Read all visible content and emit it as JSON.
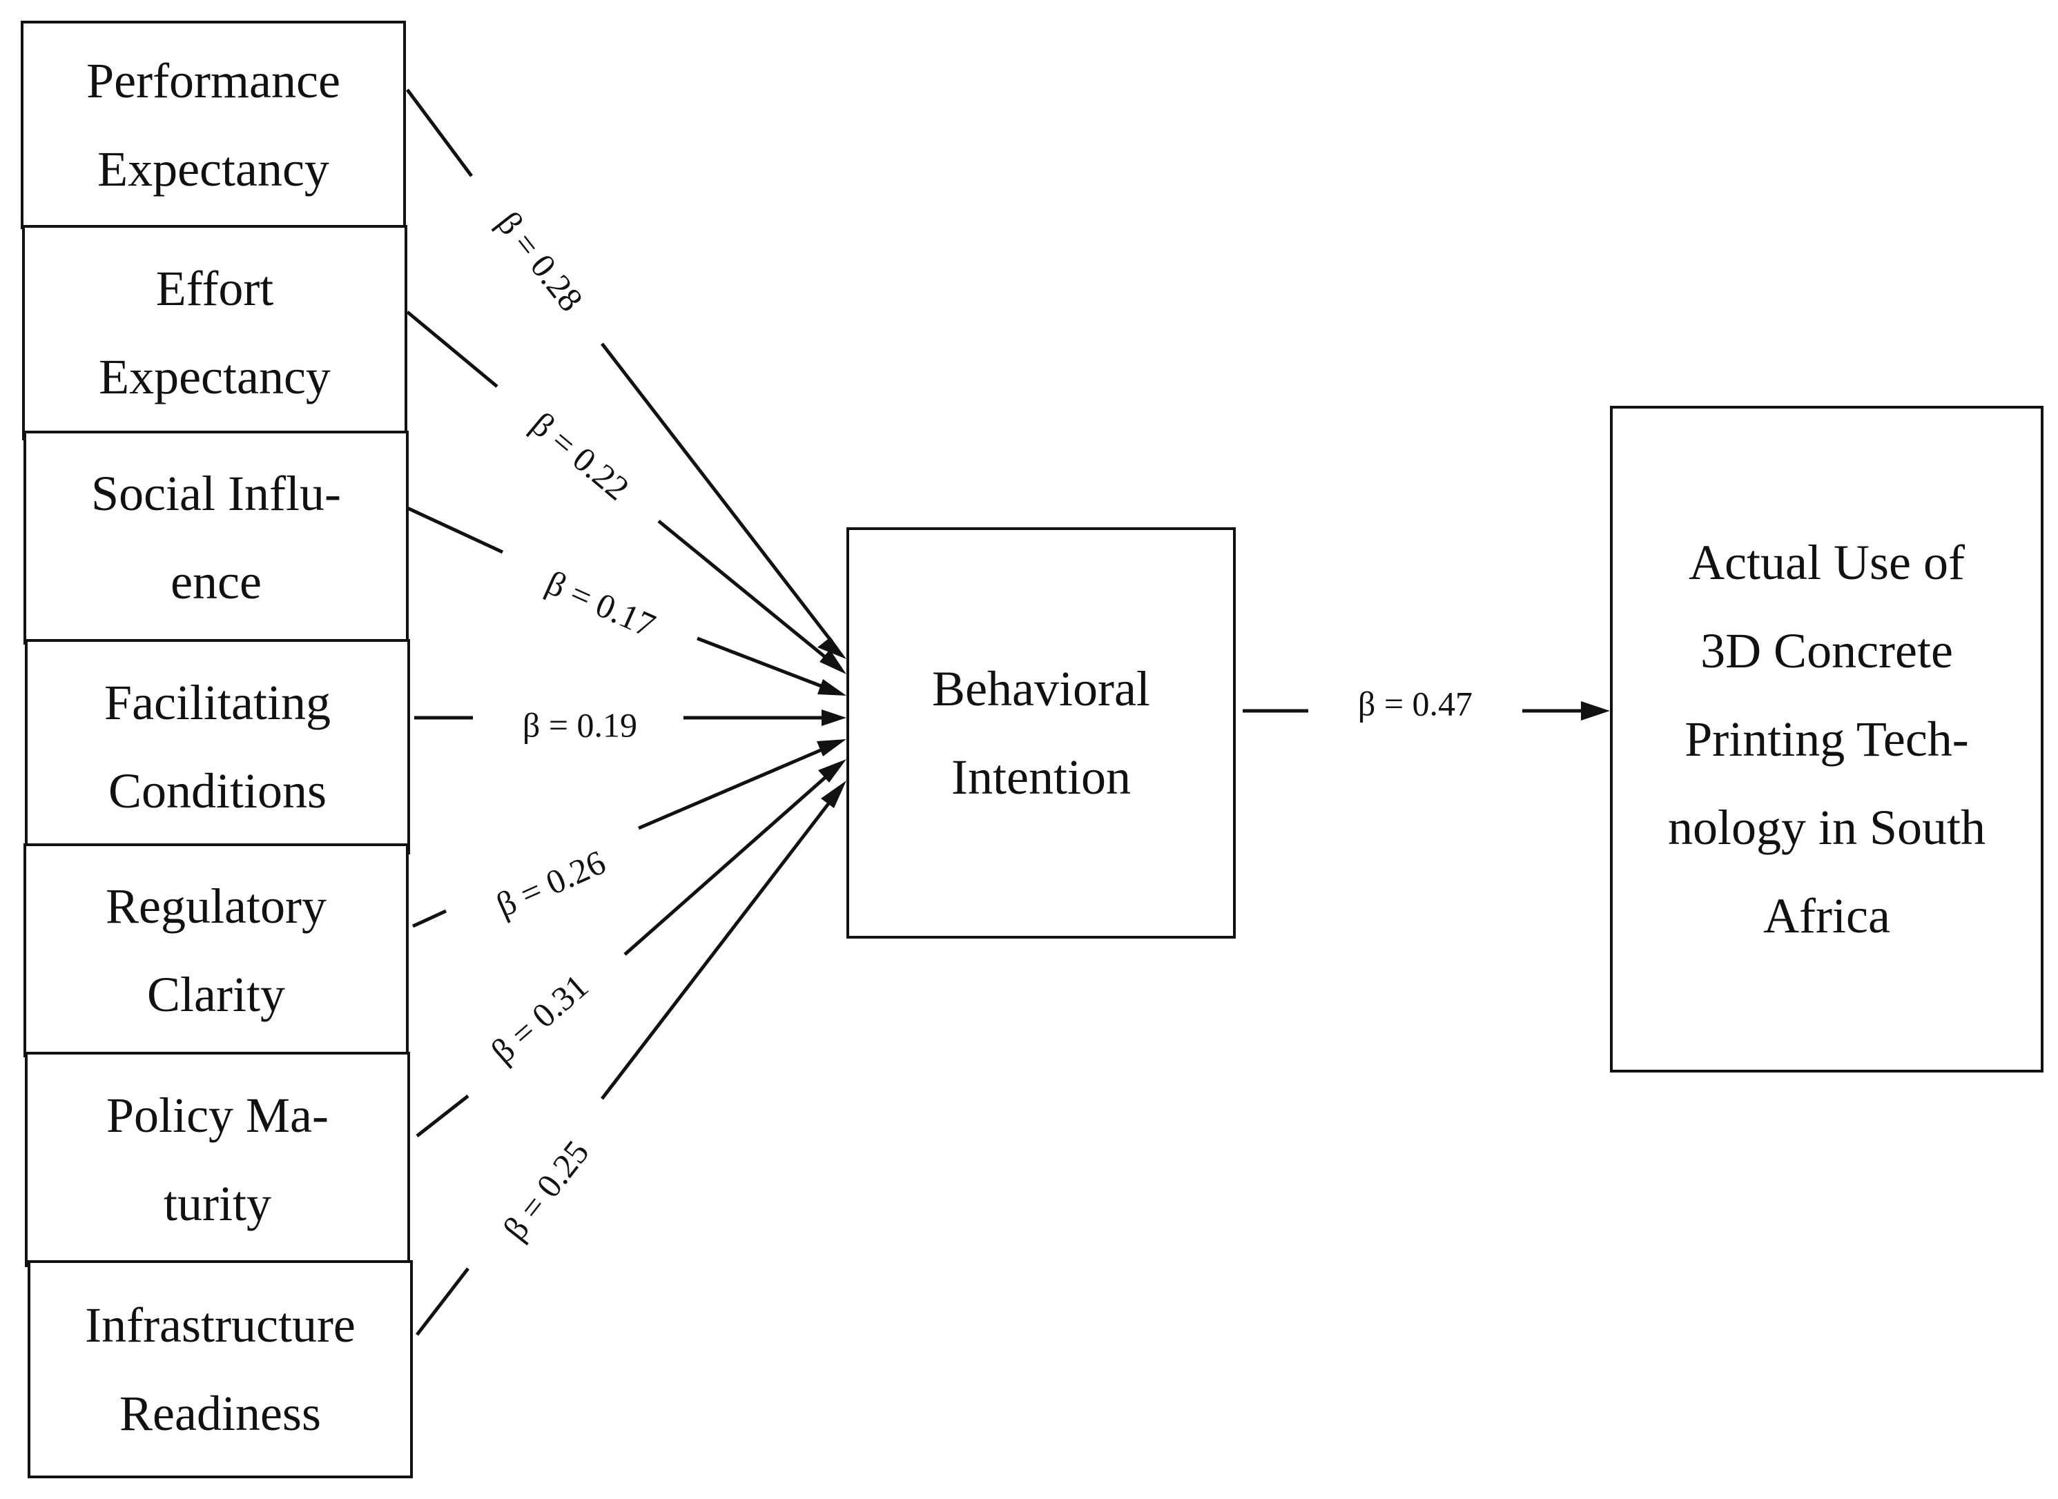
{
  "nodes": {
    "performance_expectancy": "Performance\nExpectancy",
    "effort_expectancy": "Effort\nExpectancy",
    "social_influence": "Social Influ-\nence",
    "facilitating_conditions": "Facilitating\nConditions",
    "regulatory_clarity": "Regulatory\nClarity",
    "policy_maturity": "Policy Ma-\nturity",
    "infrastructure_readiness": "Infrastructure\nReadiness",
    "behavioral_intention": "Behavioral\nIntention",
    "actual_use": "Actual Use of\n3D Concrete\nPrinting Tech-\nnology in South\nAfrica"
  },
  "paths": {
    "pe_to_bi": "β = 0.28",
    "ee_to_bi": "β = 0.22",
    "si_to_bi": "β = 0.17",
    "fc_to_bi": "β = 0.19",
    "rc_to_bi": "β = 0.26",
    "pm_to_bi": "β = 0.31",
    "ir_to_bi": "β = 0.25",
    "bi_to_au": "β = 0.47"
  }
}
